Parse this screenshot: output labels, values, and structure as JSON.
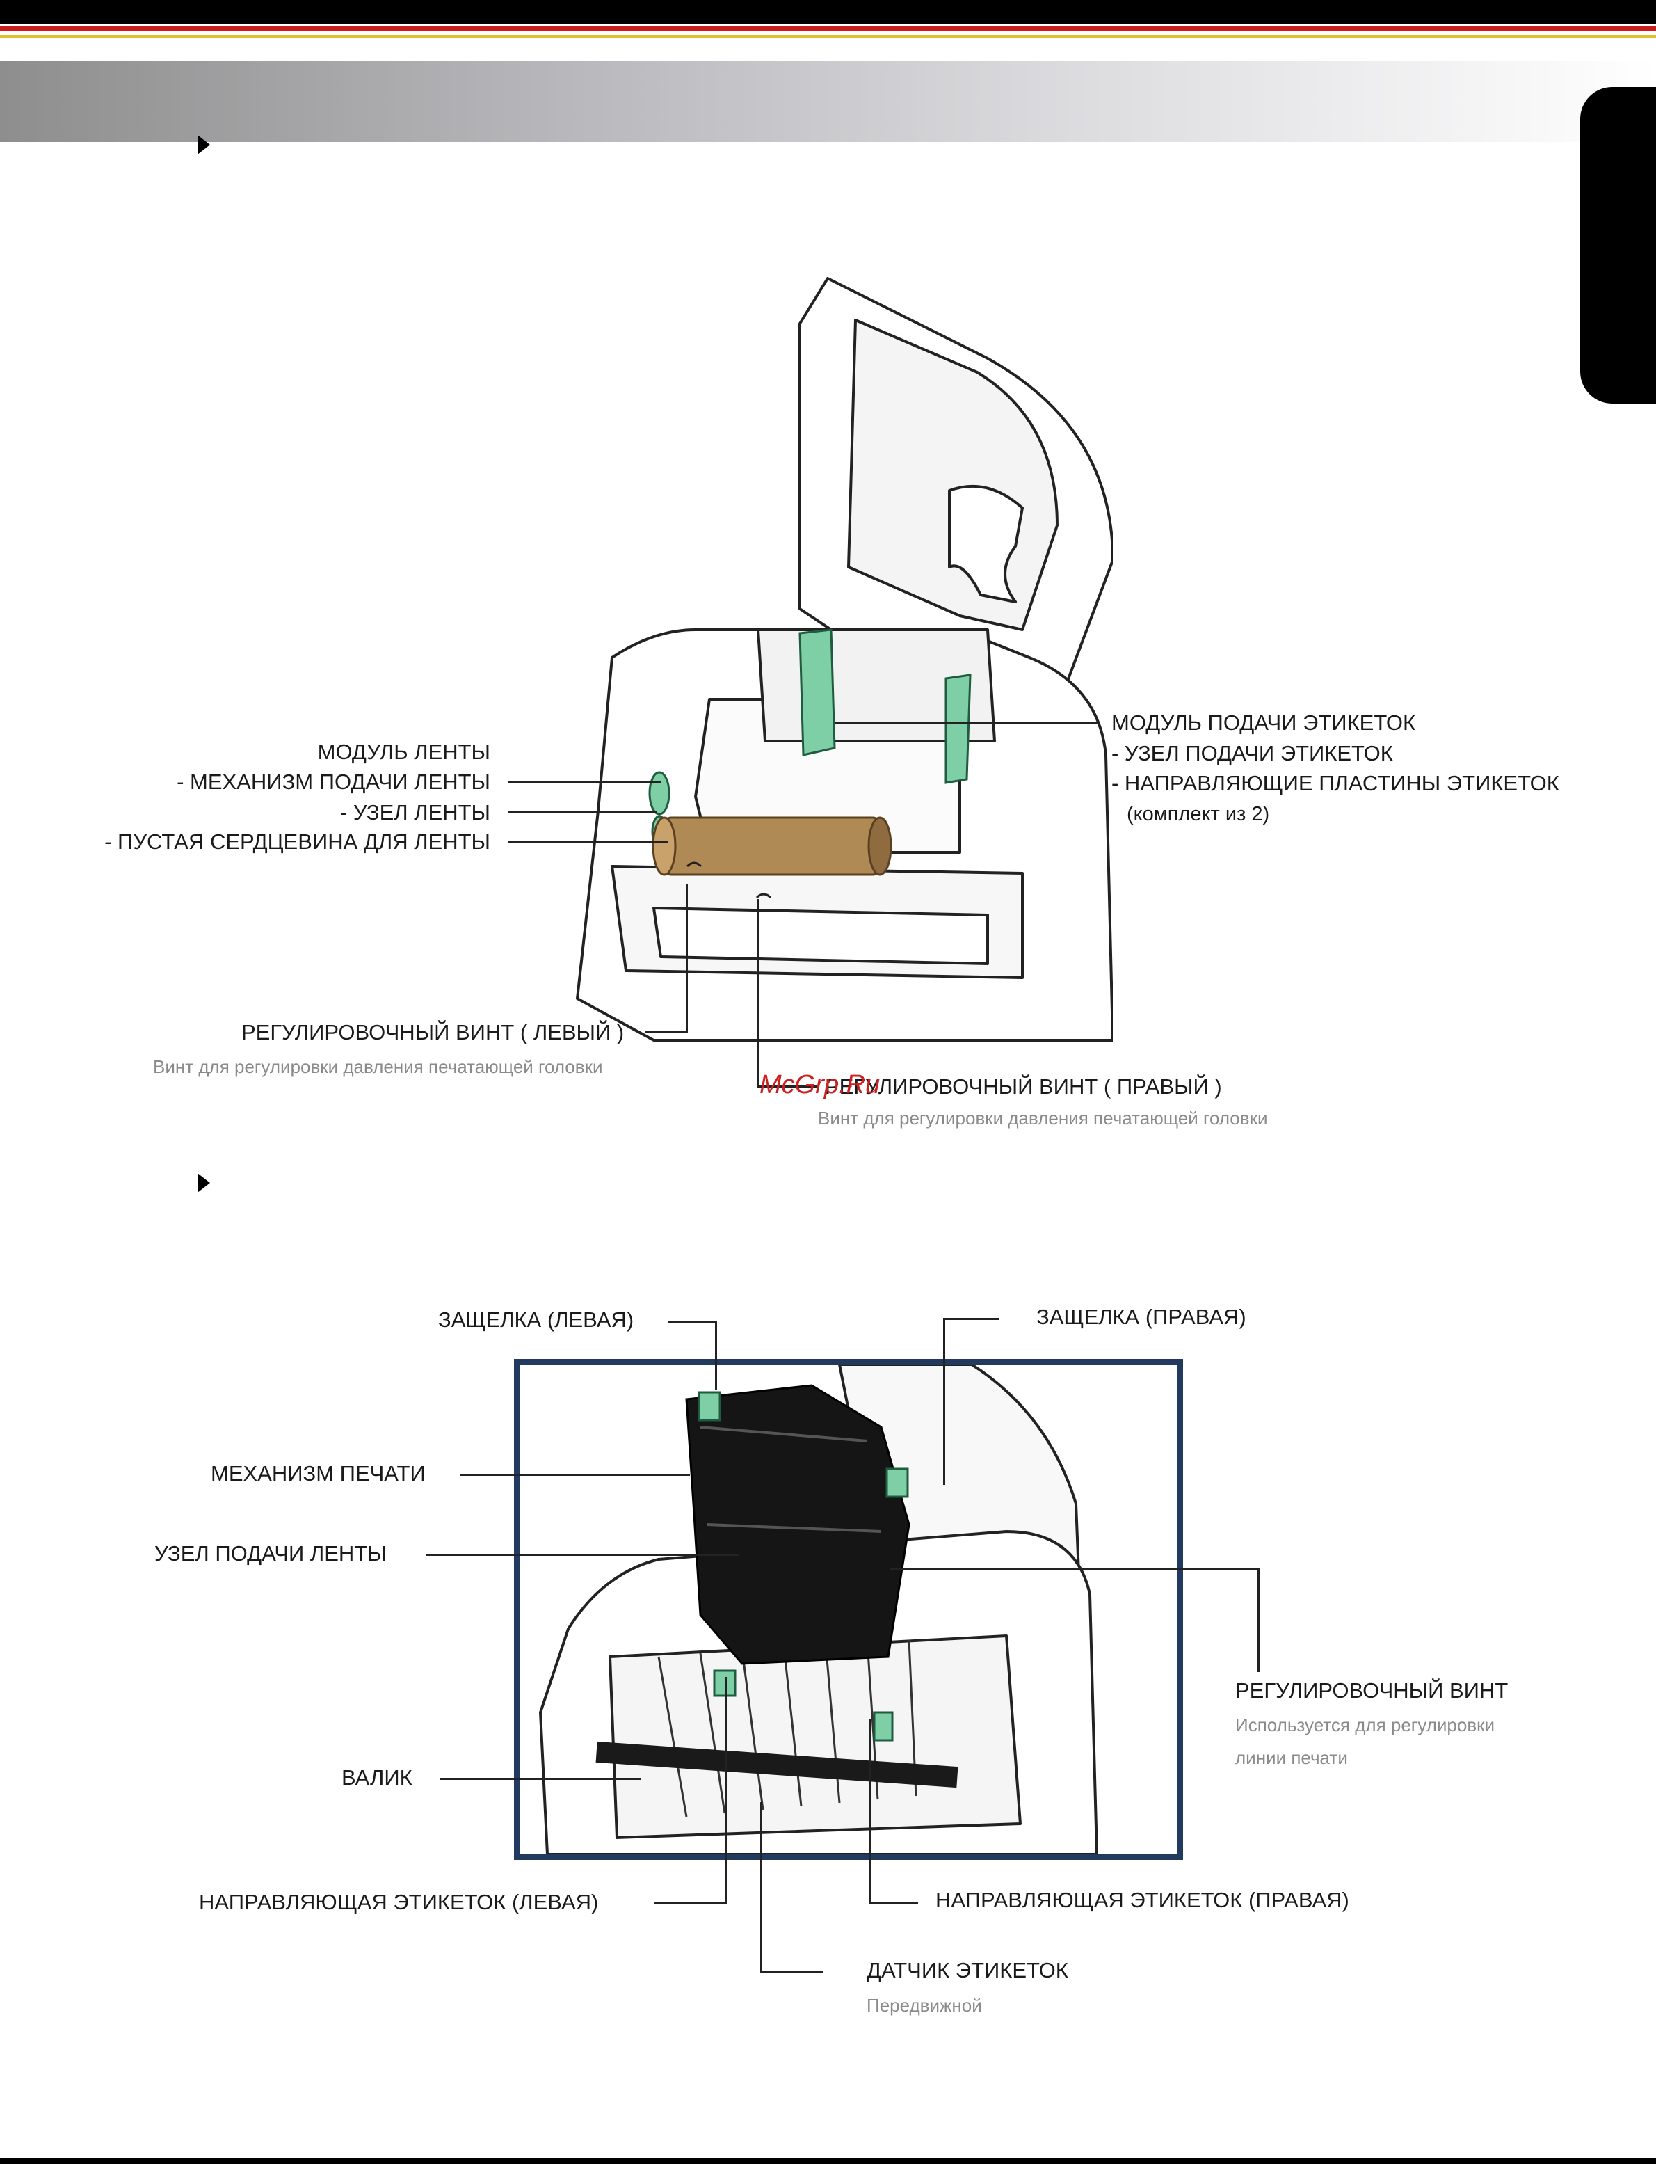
{
  "colors": {
    "top_bar": "#000000",
    "stripe_red": "#c81b1b",
    "stripe_gold": "#e0c12a",
    "header_gradient_start": "#8e8e8e",
    "side_tab": "#000000",
    "frame_border": "#223a5e",
    "accent_green": "#7fcfa6",
    "roll_brown": "#b08a55",
    "watermark": "#cc1f1f"
  },
  "watermark": "McGrp.Ru",
  "diagram1": {
    "labels_left": [
      "МОДУЛЬ ЛЕНТЫ",
      "- МЕХАНИЗМ ПОДАЧИ ЛЕНТЫ",
      "- УЗЕЛ ЛЕНТЫ",
      "- ПУСТАЯ СЕРДЦЕВИНА ДЛЯ ЛЕНТЫ"
    ],
    "labels_right": [
      "МОДУЛЬ ПОДАЧИ ЭТИКЕТОК",
      "- УЗЕЛ ПОДАЧИ ЭТИКЕТОК",
      "- НАПРАВЛЯЮЩИЕ ПЛАСТИНЫ ЭТИКЕТОК",
      "(комплект из 2)"
    ],
    "screw_left": "РЕГУЛИРОВОЧНЫЙ ВИНТ ( ЛЕВЫЙ )",
    "screw_left_sub": "Винт для регулировки давления печатающей головки",
    "screw_right": "РЕГУЛИРОВОЧНЫЙ ВИНТ ( ПРАВЫЙ )",
    "screw_right_sub": "Винт для регулировки давления печатающей головки"
  },
  "diagram2": {
    "latch_left": "ЗАЩЕЛКА (ЛЕВАЯ)",
    "latch_right": "ЗАЩЕЛКА (ПРАВАЯ)",
    "print_mech": "МЕХАНИЗМ ПЕЧАТИ",
    "ribbon_feed": "УЗЕЛ ПОДАЧИ ЛЕНТЫ",
    "adj_screw": "РЕГУЛИРОВОЧНЫЙ ВИНТ",
    "adj_screw_sub1": "Используется для регулировки",
    "adj_screw_sub2": "линии печати",
    "platen": "ВАЛИК",
    "guide_left": "НАПРАВЛЯЮЩАЯ ЭТИКЕТОК (ЛЕВАЯ)",
    "guide_right": "НАПРАВЛЯЮЩАЯ ЭТИКЕТОК (ПРАВАЯ)",
    "sensor": "ДАТЧИК ЭТИКЕТОК",
    "sensor_sub": "Передвижной"
  }
}
